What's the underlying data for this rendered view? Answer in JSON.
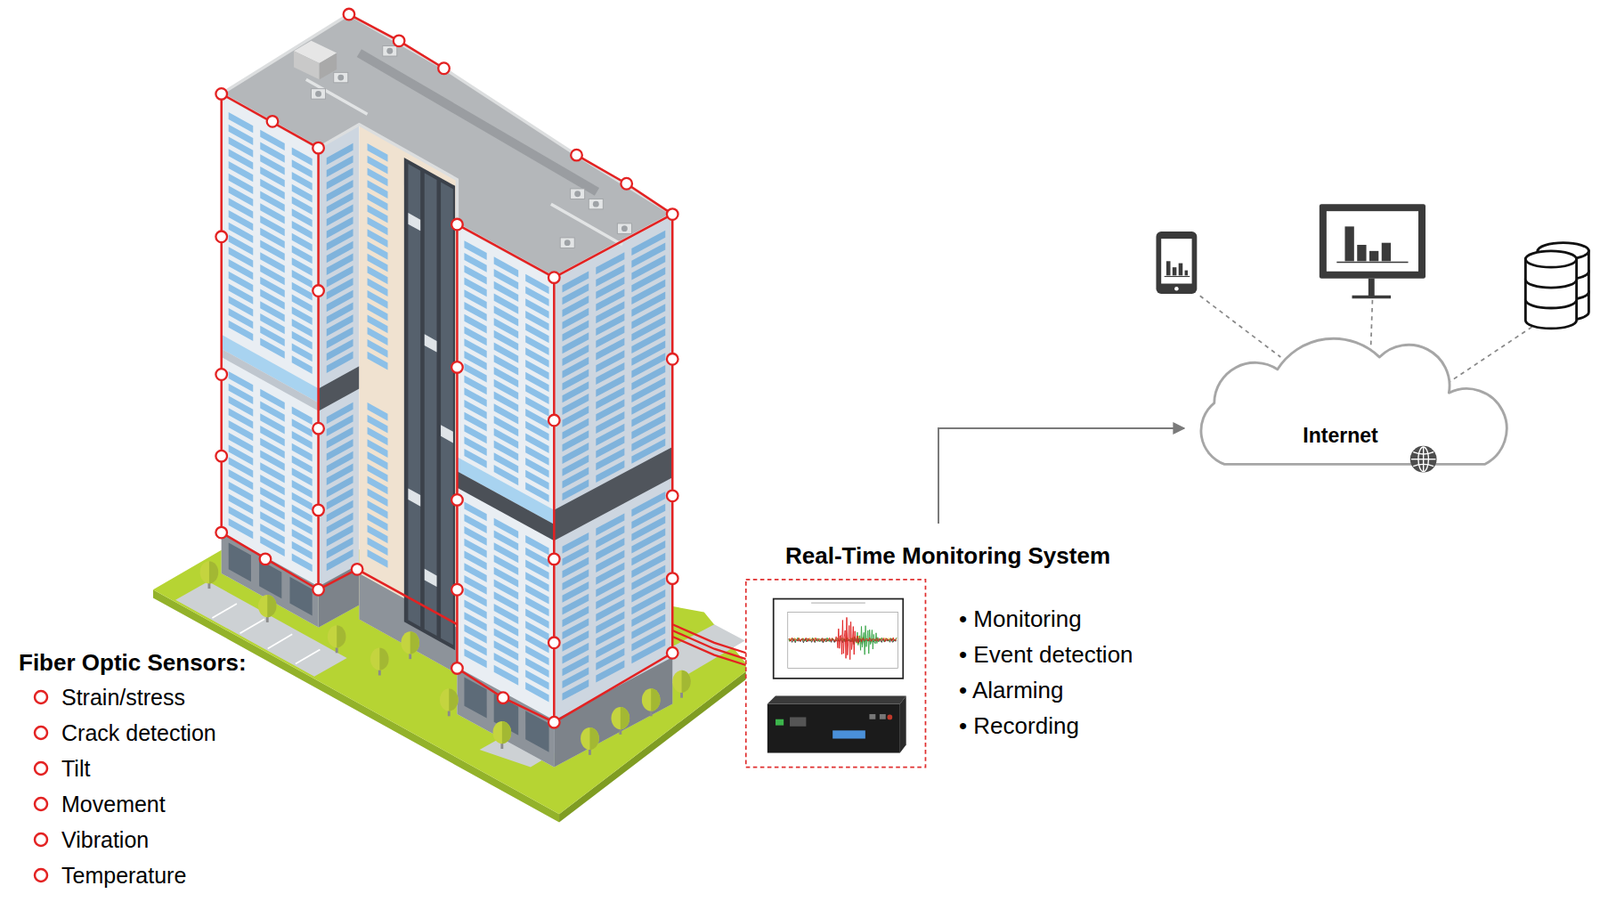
{
  "diagram": {
    "nodes": [
      {
        "text": [
          "Real-Time Monitoring System",
          "• Monitoring",
          "• Event detection",
          "• Alarming",
          "• Recording"
        ]
      },
      {
        "text": [
          "Internet"
        ]
      }
    ],
    "edges": [
      {
        "from": 0,
        "to": 1,
        "arrow": "to"
      }
    ],
    "labels": [
      "Fiber Optic Sensors:"
    ],
    "legend": [
      {
        "text": "Strain/stress"
      },
      {
        "text": "Crack detection"
      },
      {
        "text": "Tilt"
      },
      {
        "text": "Movement"
      },
      {
        "text": "Vibration"
      },
      {
        "text": "Temperature"
      }
    ]
  }
}
